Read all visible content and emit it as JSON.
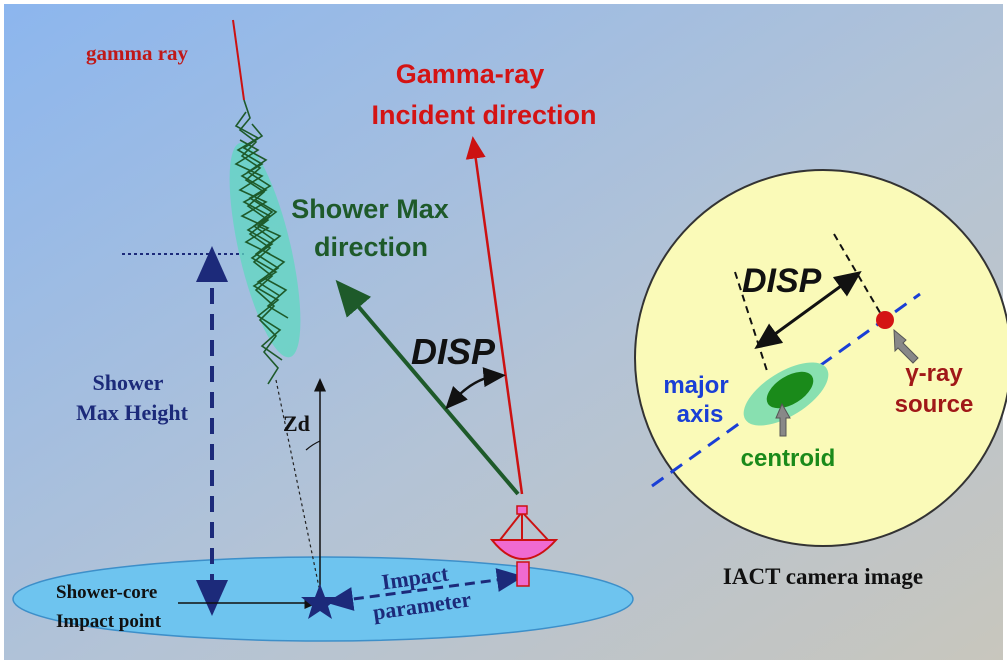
{
  "labels": {
    "gamma_ray": "gamma ray",
    "incident_line1": "Gamma-ray",
    "incident_line2": "Incident direction",
    "shower_max_line1": "Shower Max",
    "shower_max_line2": "direction",
    "disp_main": "DISP",
    "shower_height_line1": "Shower",
    "shower_height_line2": "Max Height",
    "zd": "Zd",
    "impact_param_line1": "Impact",
    "impact_param_line2": "parameter",
    "core_line1": "Shower-core",
    "core_line2": "Impact point",
    "camera_disp": "DISP",
    "major_axis_line1": "major",
    "major_axis_line2": "axis",
    "centroid": "centroid",
    "source_line1": "γ-ray",
    "source_line2": "source",
    "camera_caption": "IACT camera image"
  },
  "colors": {
    "bg_top_left": "#8fb8ee",
    "bg_bottom_right": "#c4c4bd",
    "gamma_red": "#cc1111",
    "shower_green": "#1e5a2a",
    "navy": "#1c2a7a",
    "ground_blue": "#6ec4ef",
    "camera_yellow": "#fafab8",
    "ellipse_cyan": "#5fd8c0",
    "centroid_green": "#1a8a1a",
    "axis_blue": "#1a3fd6",
    "source_red": "#d41414"
  }
}
